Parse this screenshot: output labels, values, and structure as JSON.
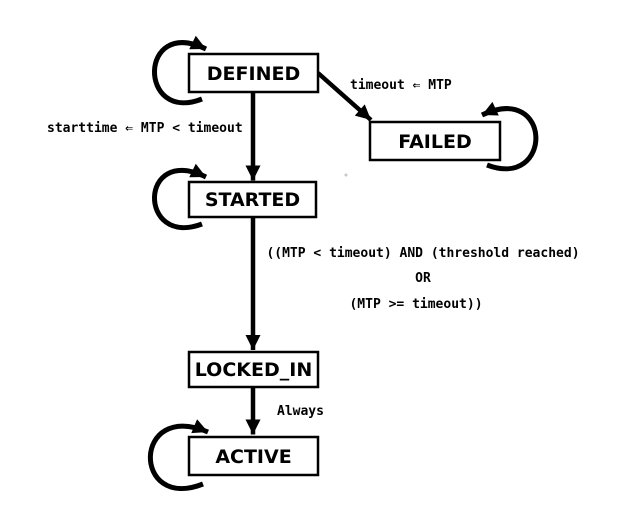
{
  "diagram": {
    "type": "state-diagram",
    "colors": {
      "ink": "#000000",
      "background": "#ffffff",
      "stray_dot": "#c8c8c8"
    },
    "states": [
      {
        "id": "defined",
        "label": "DEFINED"
      },
      {
        "id": "failed",
        "label": "FAILED"
      },
      {
        "id": "started",
        "label": "STARTED"
      },
      {
        "id": "locked_in",
        "label": "LOCKED_IN"
      },
      {
        "id": "active",
        "label": "ACTIVE"
      }
    ],
    "transitions": [
      {
        "from": "defined",
        "to": "defined",
        "kind": "self-loop"
      },
      {
        "from": "defined",
        "to": "failed",
        "kind": "arrow",
        "label": "timeout ⇐ MTP"
      },
      {
        "from": "defined",
        "to": "started",
        "kind": "arrow",
        "label": "starttime ⇐ MTP < timeout"
      },
      {
        "from": "started",
        "to": "started",
        "kind": "self-loop"
      },
      {
        "from": "started",
        "to": "locked_in",
        "kind": "arrow",
        "label_lines": [
          "((MTP < timeout) AND (threshold reached)",
          "OR",
          "(MTP >= timeout))"
        ]
      },
      {
        "from": "locked_in",
        "to": "active",
        "kind": "arrow",
        "label": "Always"
      },
      {
        "from": "failed",
        "to": "failed",
        "kind": "self-loop"
      },
      {
        "from": "active",
        "to": "active",
        "kind": "self-loop"
      }
    ]
  }
}
